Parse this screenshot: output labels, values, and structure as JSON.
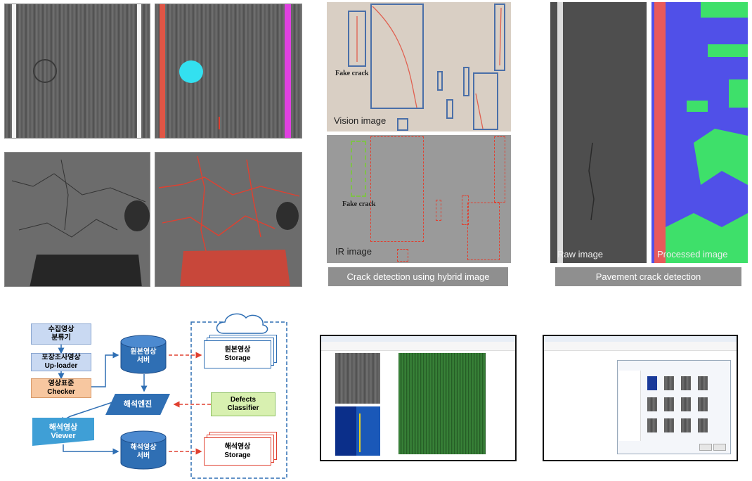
{
  "captions": {
    "hybrid": "Crack detection using hybrid image",
    "pavement": "Pavement crack detection"
  },
  "hybrid_labels": {
    "vision": "Vision image",
    "ir": "IR image",
    "fake_crack_top": "Fake crack",
    "fake_crack_bottom": "Fake crack"
  },
  "pavement_labels": {
    "raw": "Raw image",
    "processed": "Processed image"
  },
  "flow": {
    "collect": "수집영상\n분류기",
    "uploader": "포장조사영상\nUp-loader",
    "checker": "영상표준\nChecker",
    "viewer": "해석영상\nViewer",
    "engine": "해석엔진",
    "orig_server": "원본영상\n서버",
    "result_server": "해석영상\n서버",
    "orig_storage": "원본영상\nStorage",
    "result_storage": "해석영상\nStorage",
    "defects": "Defects\nClassifier"
  },
  "colors": {
    "crack_red": "#e04030",
    "cyan_blob": "#33e0f0",
    "magenta_lane": "#e040e0",
    "flow_blue": "#2f6fb4",
    "flow_orange": "#f7c7a0",
    "flow_green": "#d8f0b0",
    "caption_gray": "#8f8f8f"
  }
}
